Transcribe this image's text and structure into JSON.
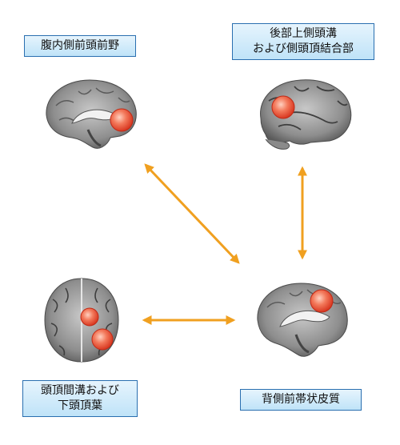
{
  "regions": {
    "vmpfc": {
      "line1": "腹内側前頭前野"
    },
    "pstc": {
      "line1": "後部上側頭溝",
      "line2": "および側頭頂結合部"
    },
    "ips": {
      "line1": "頭頂間溝および",
      "line2": "下頭頂葉"
    },
    "dacc": {
      "line1": "背側前帯状皮質"
    }
  },
  "colors": {
    "arrow": "#f0a020",
    "label_border": "#2a6fb0",
    "label_top": "#e6f4fd",
    "label_bottom": "#bfe3f8",
    "marker": "#e8402a",
    "brain_gray": "#9a9a9a"
  },
  "icons": {
    "vmpfc": "brain-sagittal-icon",
    "pstc": "brain-lateral-icon",
    "ips": "brain-axial-icon",
    "dacc": "brain-sagittal-icon"
  }
}
